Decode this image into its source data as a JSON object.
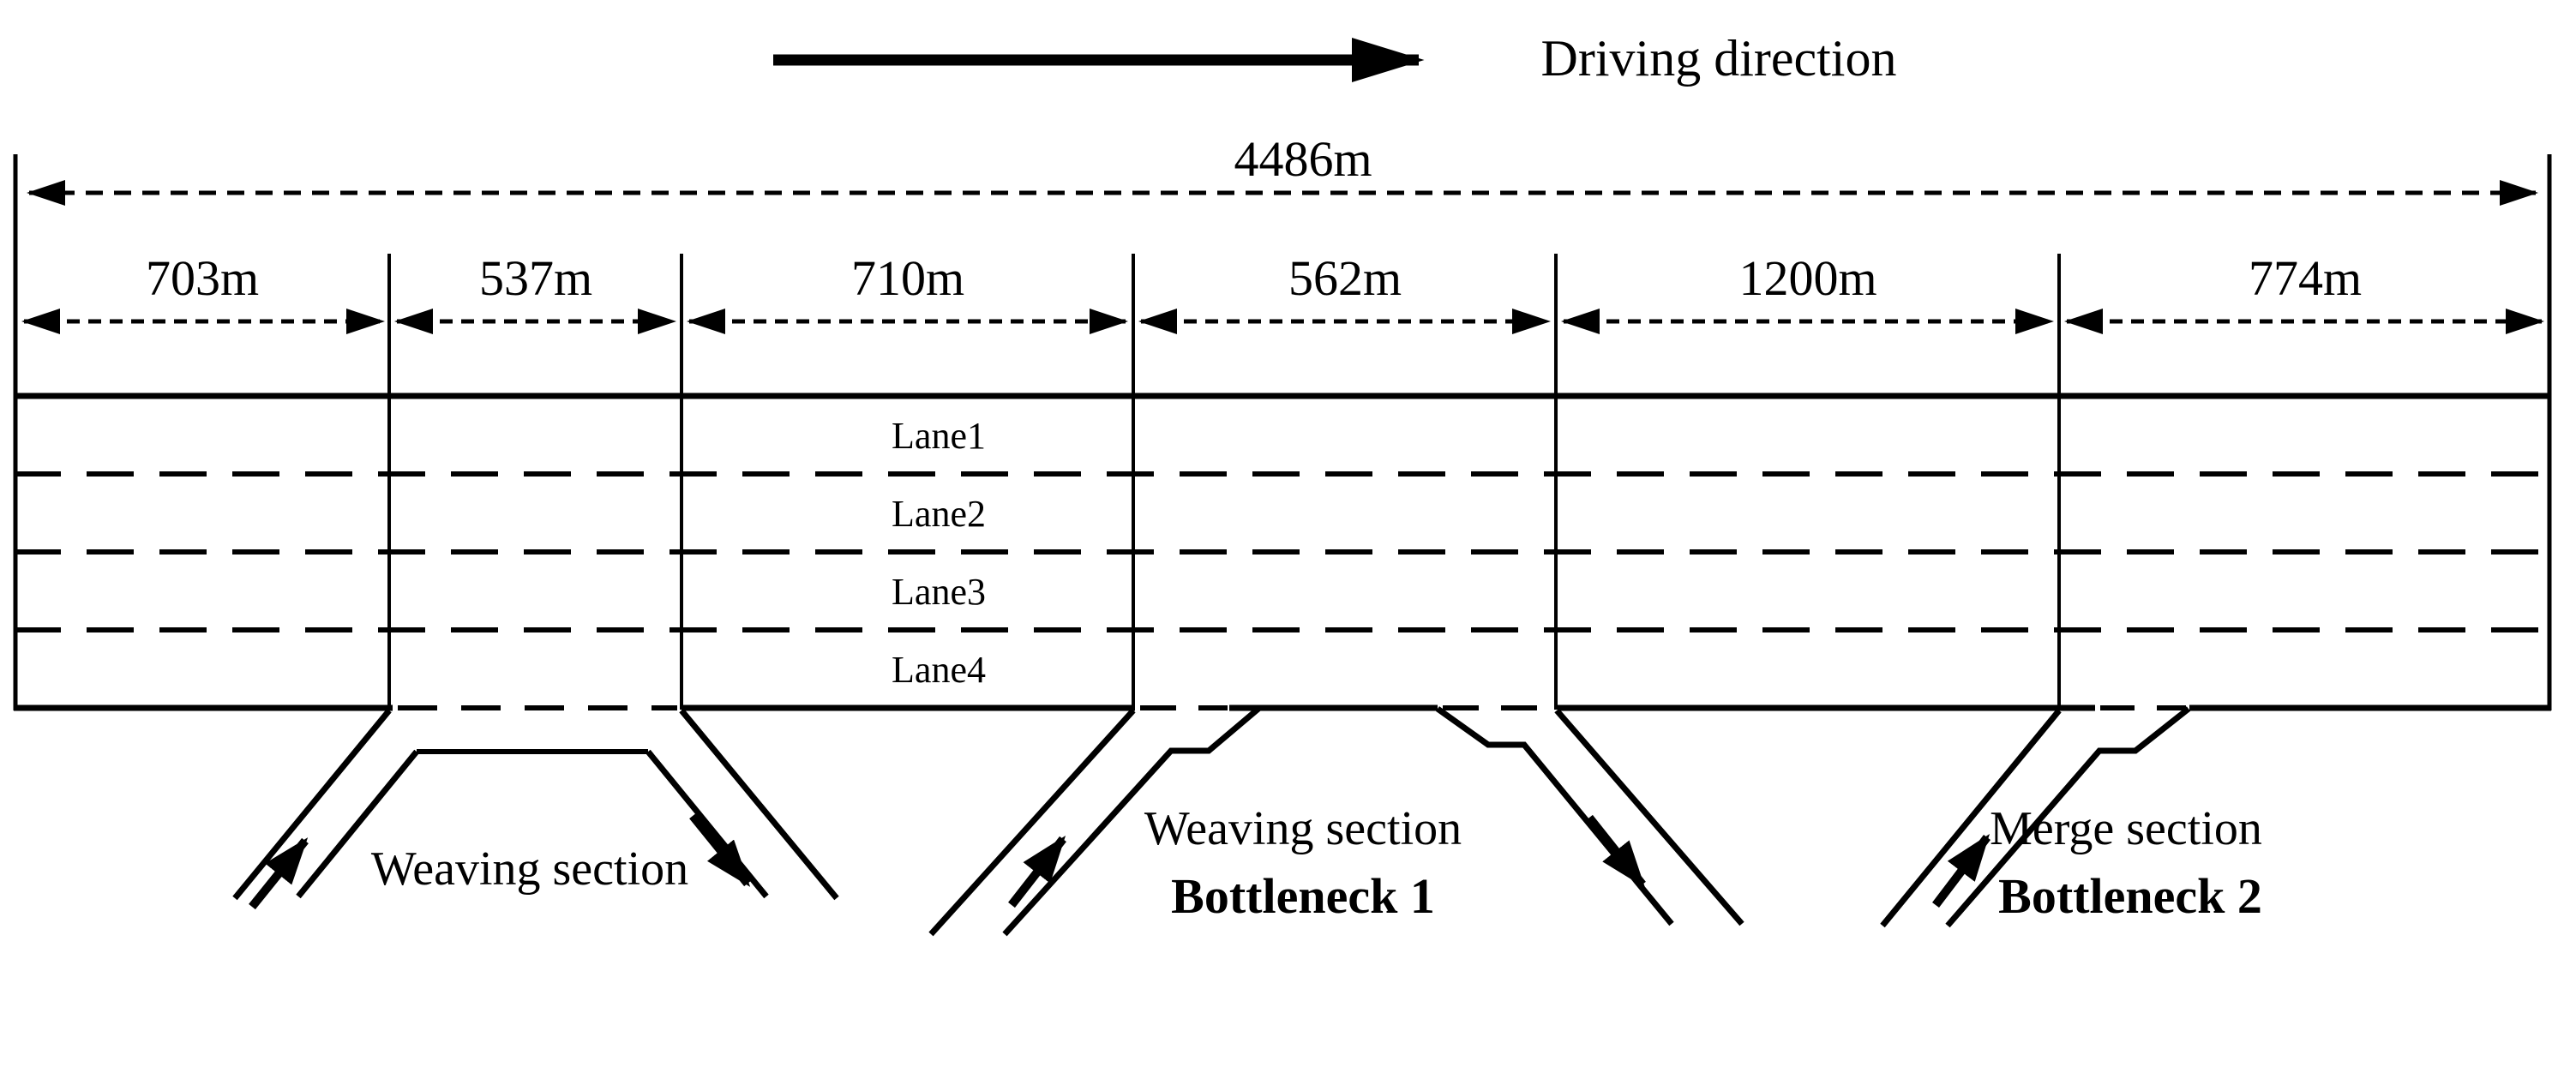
{
  "header": {
    "driving_direction_label": "Driving direction"
  },
  "dimensions": {
    "total_label": "4486m",
    "segments": [
      {
        "label": "703m"
      },
      {
        "label": "537m"
      },
      {
        "label": "710m"
      },
      {
        "label": "562m"
      },
      {
        "label": "1200m"
      },
      {
        "label": "774m"
      }
    ]
  },
  "road": {
    "lane_labels": [
      {
        "label": "Lane1"
      },
      {
        "label": "Lane2"
      },
      {
        "label": "Lane3"
      },
      {
        "label": "Lane4"
      }
    ]
  },
  "sections": [
    {
      "title": "Weaving section",
      "bottleneck": ""
    },
    {
      "title": "Weaving section",
      "bottleneck": "Bottleneck 1"
    },
    {
      "title": "Merge section",
      "bottleneck": "Bottleneck 2"
    }
  ],
  "icons": {
    "driving_direction_arrow": "right-arrow-icon",
    "dimension_arrows": "double-headed-dashed-arrow-icon",
    "onramp_arrows": "up-right-arrow-icon",
    "offramp_arrows": "down-right-arrow-icon"
  },
  "colors": {
    "ink": "#000000",
    "bottleneck_red": "#ff0000",
    "background": "#ffffff"
  }
}
